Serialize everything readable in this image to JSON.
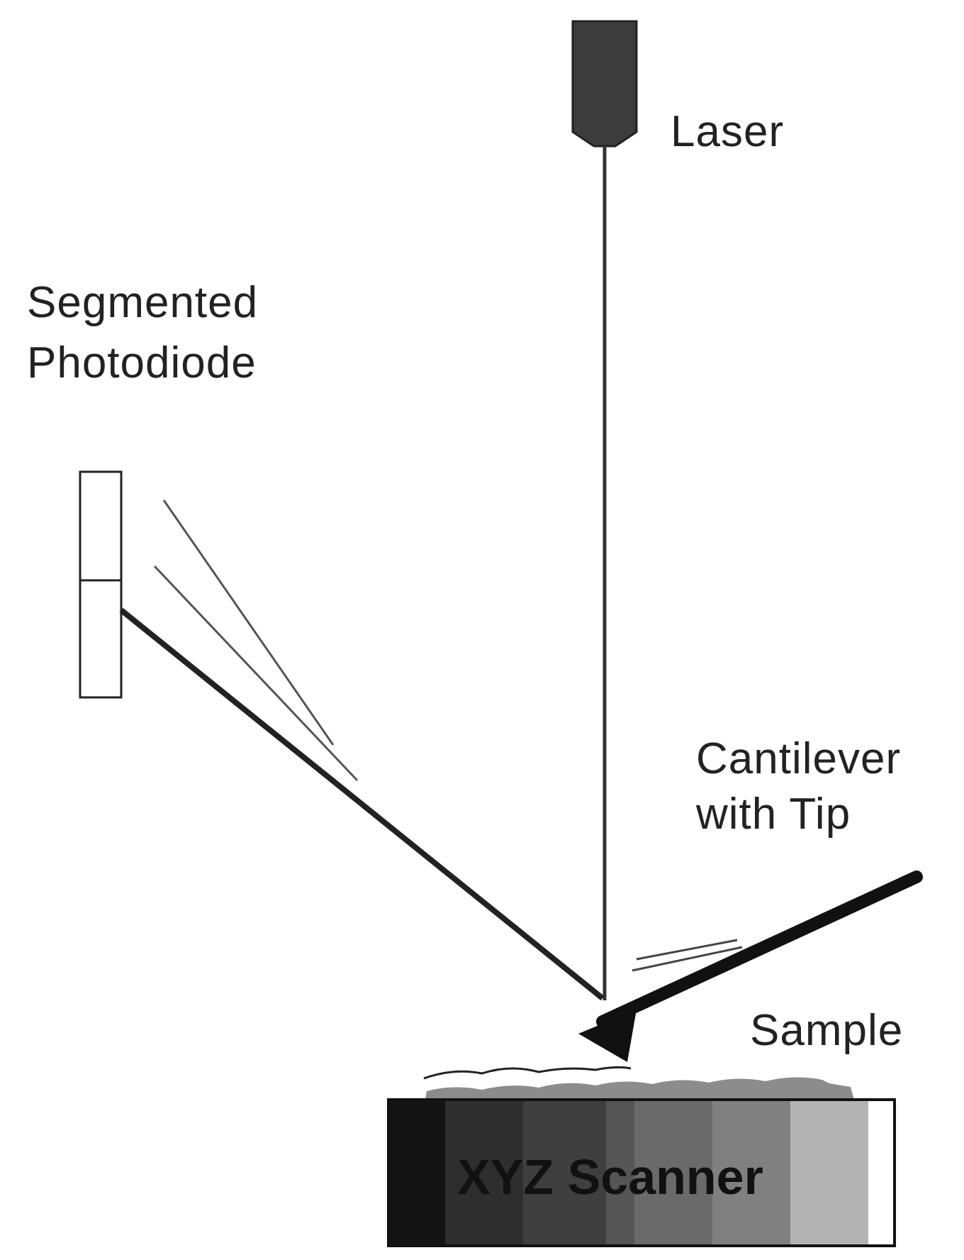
{
  "labels": {
    "laser": "Laser",
    "photodiode_line1": "Segmented",
    "photodiode_line2": "Photodiode",
    "cantilever_line1": "Cantilever",
    "cantilever_line2": "with Tip",
    "sample": "Sample",
    "scanner": "XYZ Scanner"
  },
  "colors": {
    "background": "#ffffff",
    "ink": "#222222",
    "laser_body": "#3c3c3c",
    "sample_surface": "#8c8c8c",
    "scanner_gradient": [
      "#141414",
      "#2e2e2e",
      "#3f3f3f",
      "#555555",
      "#6a6a6a",
      "#808080",
      "#999999",
      "#b3b3b3",
      "#d0d0d0",
      "#ffffff"
    ]
  }
}
